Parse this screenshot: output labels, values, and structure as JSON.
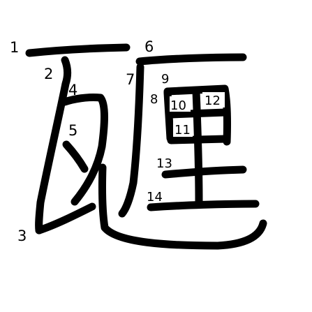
{
  "colors": {
    "background": "#ffffff",
    "ink": "#000000"
  },
  "stroke_numbers": [
    "1",
    "2",
    "3",
    "4",
    "5",
    "6",
    "7",
    "8",
    "9",
    "10",
    "11",
    "12",
    "13",
    "14"
  ]
}
